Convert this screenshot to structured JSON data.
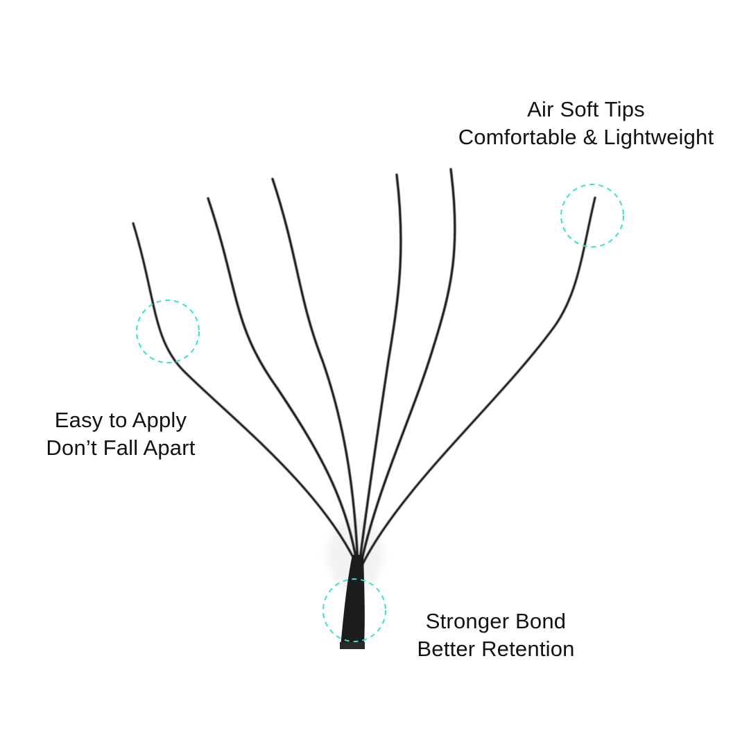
{
  "callouts": {
    "tips": {
      "line1": "Air Soft Tips",
      "line2": "Comfortable & Lightweight"
    },
    "apply": {
      "line1": "Easy to Apply",
      "line2": "Don’t Fall Apart"
    },
    "bond": {
      "line1": "Stronger Bond",
      "line2": "Better Retention"
    }
  },
  "colors": {
    "highlight": "#2ee6cf",
    "lash": "#1a1a1a",
    "text": "#111111",
    "background": "#ffffff"
  },
  "highlight_style": "dashed-circle"
}
